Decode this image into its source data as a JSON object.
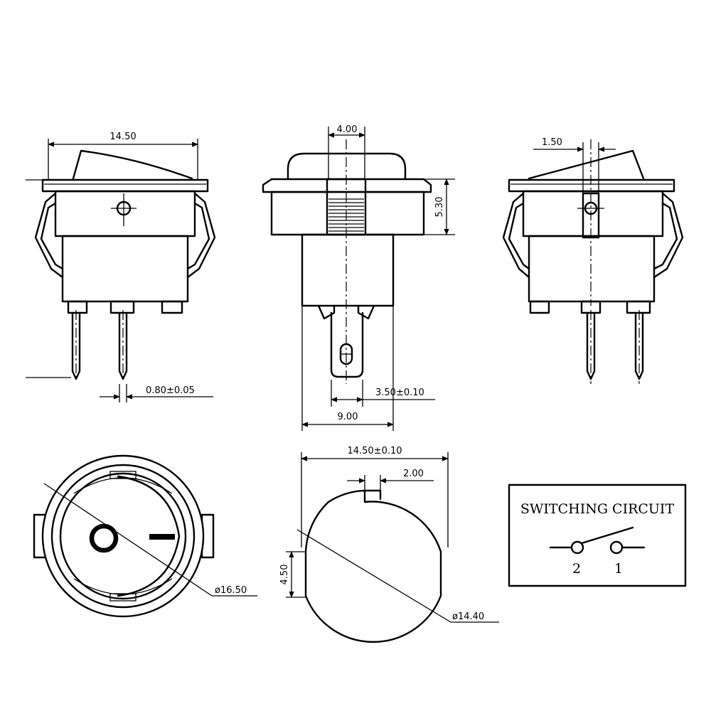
{
  "dimensions": {
    "front_width": "14.50",
    "lever_width": "4.00",
    "side_height": "5.30",
    "right_offset": "1.50",
    "pin_width": "0.80±0.05",
    "tab_width": "3.50±0.10",
    "base_width": "9.00",
    "cutout_width": "14.50±0.10",
    "key_width": "2.00",
    "flat_height": "4.50",
    "bezel_diameter": "ø16.50",
    "cutout_diameter": "ø14.40"
  },
  "circuit": {
    "title": "SWITCHING CIRCUIT",
    "terminal_left": "2",
    "terminal_right": "1"
  }
}
